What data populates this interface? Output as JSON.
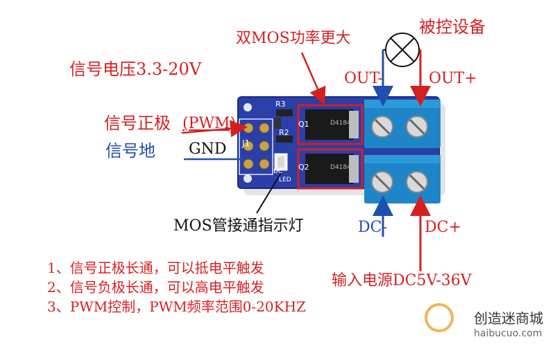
{
  "labels": {
    "device": "被控设备",
    "dual_mos": "双MOS功率更大",
    "signal_voltage": "信号电压3.3-20V",
    "out_minus": "OUT-",
    "out_plus": "OUT+",
    "signal_pos_cn": "信号正极",
    "signal_pos_en": "(PWM)",
    "signal_gnd_cn": "信号地",
    "signal_gnd_en": "GND",
    "led_label": "MOS管接通指示灯",
    "dc_minus": "DC-",
    "dc_plus": "DC+",
    "input_power": "输入电源DC5V-36V"
  },
  "notes": [
    "1、信号正极长通，可以抵电平触发",
    "2、信号负极长通，可以高电平触发",
    "3、PWM控制，PWM频率范围0-20KHZ"
  ],
  "board_text": {
    "r3": "R3",
    "r2": "R2",
    "q1": "Q1",
    "q2": "Q2",
    "j1": "J1",
    "dc": "DC",
    "led": "LED",
    "chip": "D4184"
  },
  "watermark": {
    "brand": "创造迷商城",
    "site": "haibucuo.com"
  },
  "colors": {
    "red": "#d61f1f",
    "blue": "#1f4fb0",
    "pcb": "#2a3fa8",
    "terminal": "#1e86c8"
  }
}
